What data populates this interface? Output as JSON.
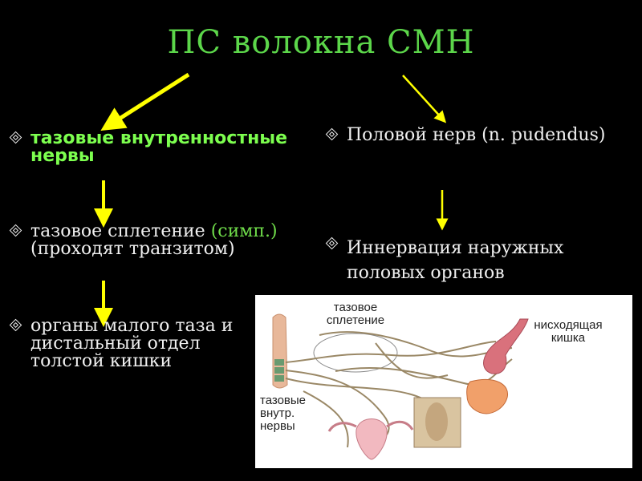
{
  "title": "ПС волокна СМН",
  "left_column": {
    "item1": "тазовые внутренностные нервы",
    "item2_main": "тазовое сплетение ",
    "item2_highlight": "(симп.)",
    "item2_sub": "(проходят транзитом)",
    "item3": "органы малого таза и дистальный отдел толстой кишки"
  },
  "right_column": {
    "item1": "Половой нерв (n. pudendus)",
    "item2": "Иннервация наружных половых органов"
  },
  "illustration": {
    "label_plexus": "тазовое сплетение",
    "label_colon": "нисходящая кишка",
    "label_nerves": "тазовые внутр. нервы"
  },
  "colors": {
    "title": "#5cd64a",
    "highlight": "#7dff4f",
    "arrow": "#ffff00",
    "background": "#000000"
  }
}
